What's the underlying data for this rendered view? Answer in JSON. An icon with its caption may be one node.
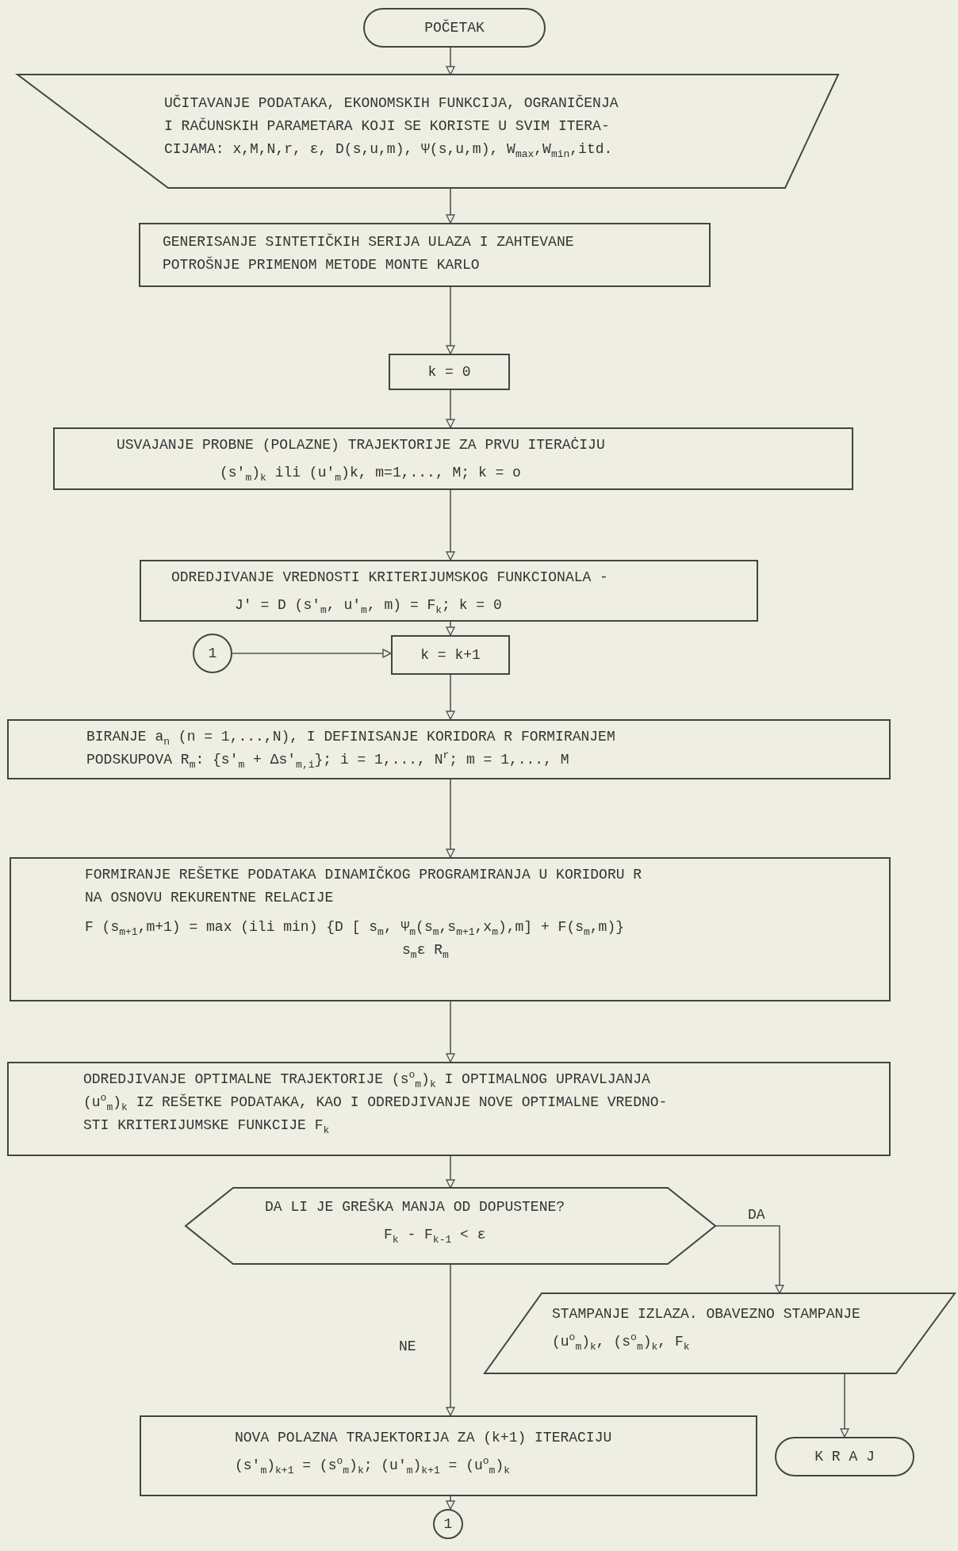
{
  "diagram": {
    "nodes": [
      {
        "text": [
          "POČETAK"
        ]
      },
      {
        "text": [
          "UČITAVANJE PODATAKA, EKONOMSKIH FUNKCIJA, OGRANIČENJA I RAČUNSKIH PARAMETARA KOJI SE KORISTE U SVIM ITERA- CIJAMA: x,M,N,r, ε, D(s,u,m), Ψ(s,u,m), W$_{max}$,W$_{min}$,itd."
        ]
      },
      {
        "text": [
          "GENERISANJE SINTETIČKIH SERIJA ULAZA I ZAHTEVANE POTROŠNJE PRIMENOM METODE MONTE KARLO"
        ]
      },
      {
        "text": [
          "k = 0"
        ]
      },
      {
        "text": [
          "USVAJANJE PROBNE (POLAZNE) TRAJEKTORIJE ZA PRVU ITERAĊIJU",
          "(s'$_{m}$)$_{k}$ ili (u'$_{m}$)k, m=1,..., M; k = o"
        ]
      },
      {
        "text": [
          "ODREDJIVANJE VREDNOSTI KRITERIJUMSKOG FUNKCIONALA -",
          "J' = D (s'$_{m}$, u'$_{m}$, m) = F$_{k}$; k = 0"
        ]
      },
      {
        "text": [
          "1"
        ]
      },
      {
        "text": [
          "k = k+1"
        ]
      },
      {
        "text": [
          "BIRANJE a$_{n}$ (n = 1,...,N), I DEFINISANJE KORIDORA R FORMIRANJEM PODSKUPOVA R$_{m}$: {s'$_{m}$ + Δs'$_{m,i}$}; i = 1,..., N$^{r}$; m = 1,..., M"
        ]
      },
      {
        "text": [
          "FORMIRANJE REŠETKE PODATAKA DINAMIČKOG PROGRAMIRANJA U KORIDORU R NA OSNOVU REKURENTNE RELACIJE",
          "F (s$_{m+1}$,m+1) = max (ili min) {D [ s$_{m}$, Ψ$_{m}$(s$_{m}$,s$_{m+1}$,x$_{m}$),m] + F(s$_{m}$,m)}",
          "s$_{m}$ε R$_{m}$"
        ]
      },
      {
        "text": [
          "ODREDJIVANJE OPTIMALNE TRAJEKTORIJE (s$^{o}$$_{m}$)$_{k}$ I OPTIMALNOG UPRAVLJANJA (u$^{o}$$_{m}$)$_{k}$ IZ REŠETKE PODATAKA, KAO I ODREDJIVANJE NOVE OPTIMALNE VREDNO- STI KRITERIJUMSKE FUNKCIJE F$_{k}$"
        ]
      },
      {
        "text": [
          "DA LI JE GREŠKA MANJA OD DOPUSTENE?",
          "F$_{k}$ - F$_{k-1}$ < ε"
        ]
      },
      {
        "text": [
          "STAMPANJE IZLAZA. OBAVEZNO STAMPANJE",
          "(u$^{o}$$_{m}$)$_{k}$, (s$^{o}$$_{m}$)$_{k}$, F$_{k}$"
        ]
      },
      {
        "text": [
          "NOVA POLAZNA TRAJEKTORIJA ZA (k+1) ITERACIJU",
          "(s'$_{m}$)$_{k+1}$ = (s$^{o}$$_{m}$)$_{k}$; (u'$_{m}$)$_{k+1}$ = (u$^{o}$$_{m}$)$_{k}$"
        ]
      },
      {
        "text": [
          "K R A J"
        ]
      },
      {
        "text": [
          "1"
        ]
      }
    ],
    "edges": [
      {
        "from": 0,
        "to": 1,
        "arrow": "to"
      },
      {
        "from": 1,
        "to": 2,
        "arrow": "to"
      },
      {
        "from": 2,
        "to": 3,
        "arrow": "to"
      },
      {
        "from": 3,
        "to": 4,
        "arrow": "to"
      },
      {
        "from": 4,
        "to": 5,
        "arrow": "to"
      },
      {
        "from": 5,
        "to": 7,
        "arrow": "to"
      },
      {
        "from": 6,
        "to": 7,
        "arrow": "to"
      },
      {
        "from": 7,
        "to": 8,
        "arrow": "to"
      },
      {
        "from": 8,
        "to": 9,
        "arrow": "to"
      },
      {
        "from": 9,
        "to": 10,
        "arrow": "to"
      },
      {
        "from": 10,
        "to": 11,
        "arrow": "to"
      },
      {
        "from": 11,
        "to": 12,
        "arrow": "to",
        "label": "DA"
      },
      {
        "from": 11,
        "to": 13,
        "arrow": "to",
        "label": "NE"
      },
      {
        "from": 12,
        "to": 14,
        "arrow": "to"
      },
      {
        "from": 13,
        "to": 15,
        "arrow": "to"
      }
    ]
  }
}
